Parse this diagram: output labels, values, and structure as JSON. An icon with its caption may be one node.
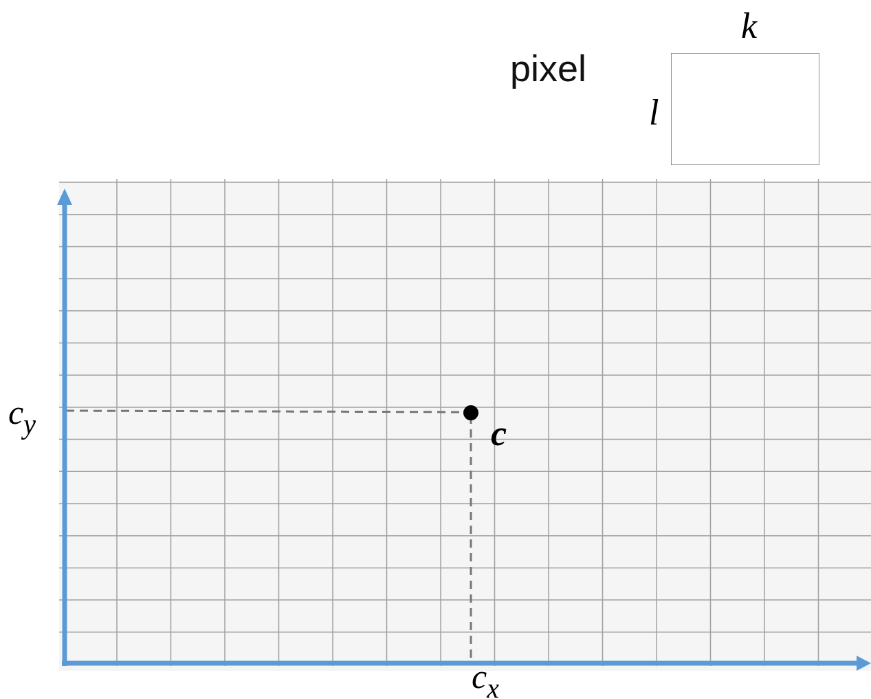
{
  "diagram": {
    "nodes": [
      {
        "text": [],
        "shape": "box"
      }
    ],
    "labels": [
      "k",
      "pixel",
      "l",
      "c$_{y}$",
      "c",
      "c$_{x}$"
    ]
  }
}
